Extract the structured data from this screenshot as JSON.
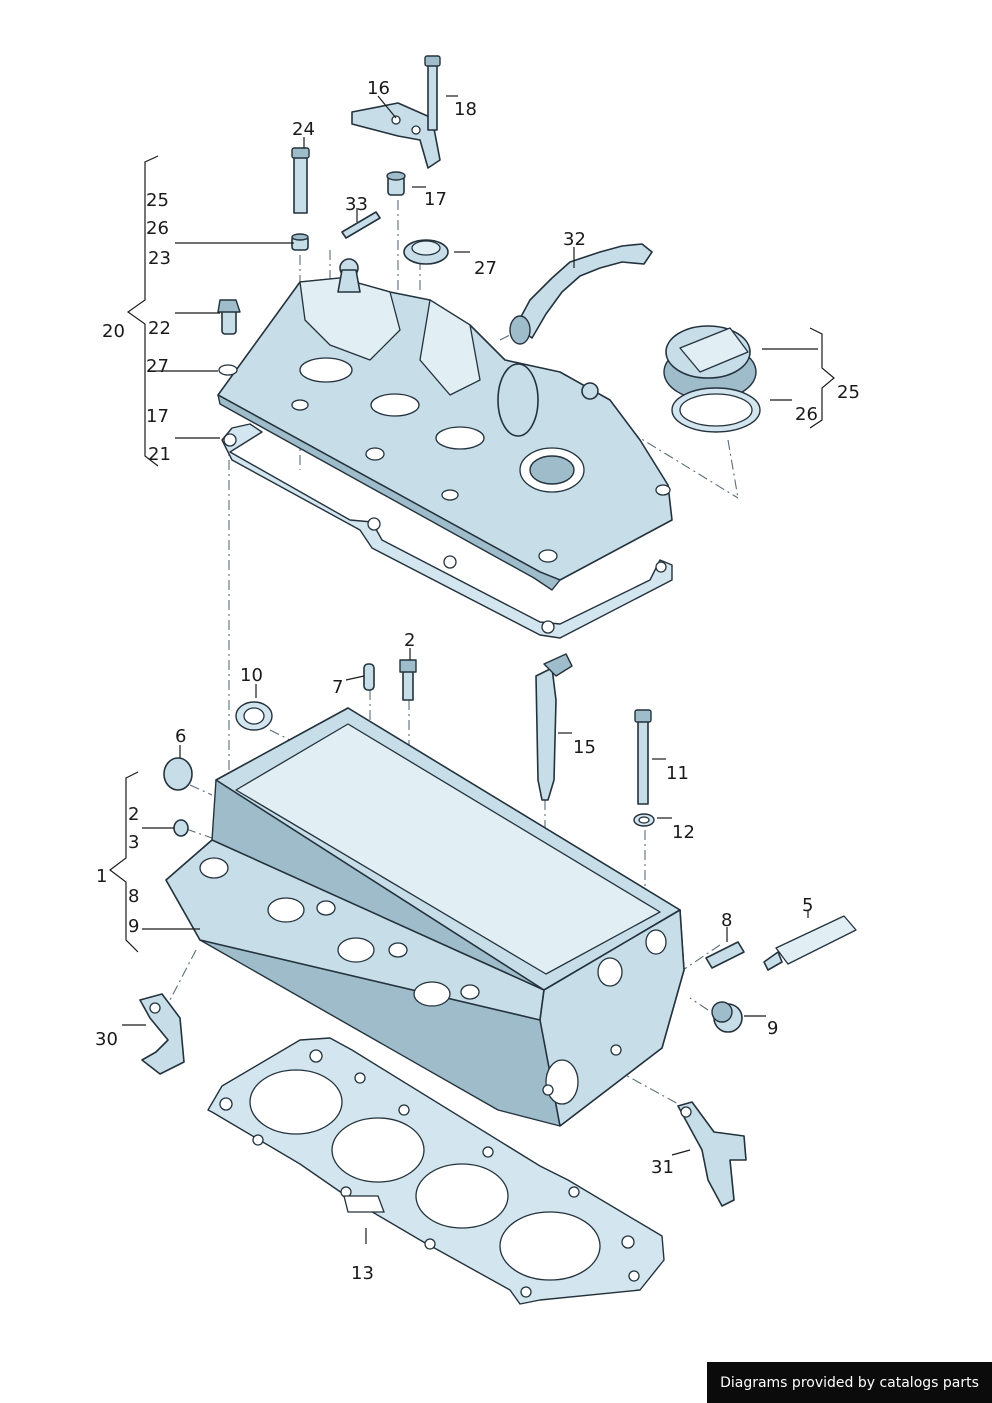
{
  "callouts": {
    "c16": "16",
    "c18": "18",
    "c24": "24",
    "c17a": "17",
    "c33": "33",
    "c25a": "25",
    "c26a": "26",
    "c23": "23",
    "c27a": "27",
    "c32": "32",
    "c20": "20",
    "c22": "22",
    "c27b": "27",
    "c17b": "17",
    "c21": "21",
    "c25b": "25",
    "c26b": "26",
    "c2a": "2",
    "c10": "10",
    "c7": "7",
    "c15": "15",
    "c6": "6",
    "c11": "11",
    "c12": "12",
    "c2b": "2",
    "c3": "3",
    "c1": "1",
    "c8a": "8",
    "c9a": "9",
    "c5": "5",
    "c8b": "8",
    "c9b": "9",
    "c30": "30",
    "c31": "31",
    "c13": "13"
  },
  "footer": {
    "text": "Diagrams provided by catalogs parts"
  },
  "colors": {
    "part_fill": "#c7dde8",
    "outline": "#23323c",
    "footer_bg": "#0b0b0b"
  }
}
